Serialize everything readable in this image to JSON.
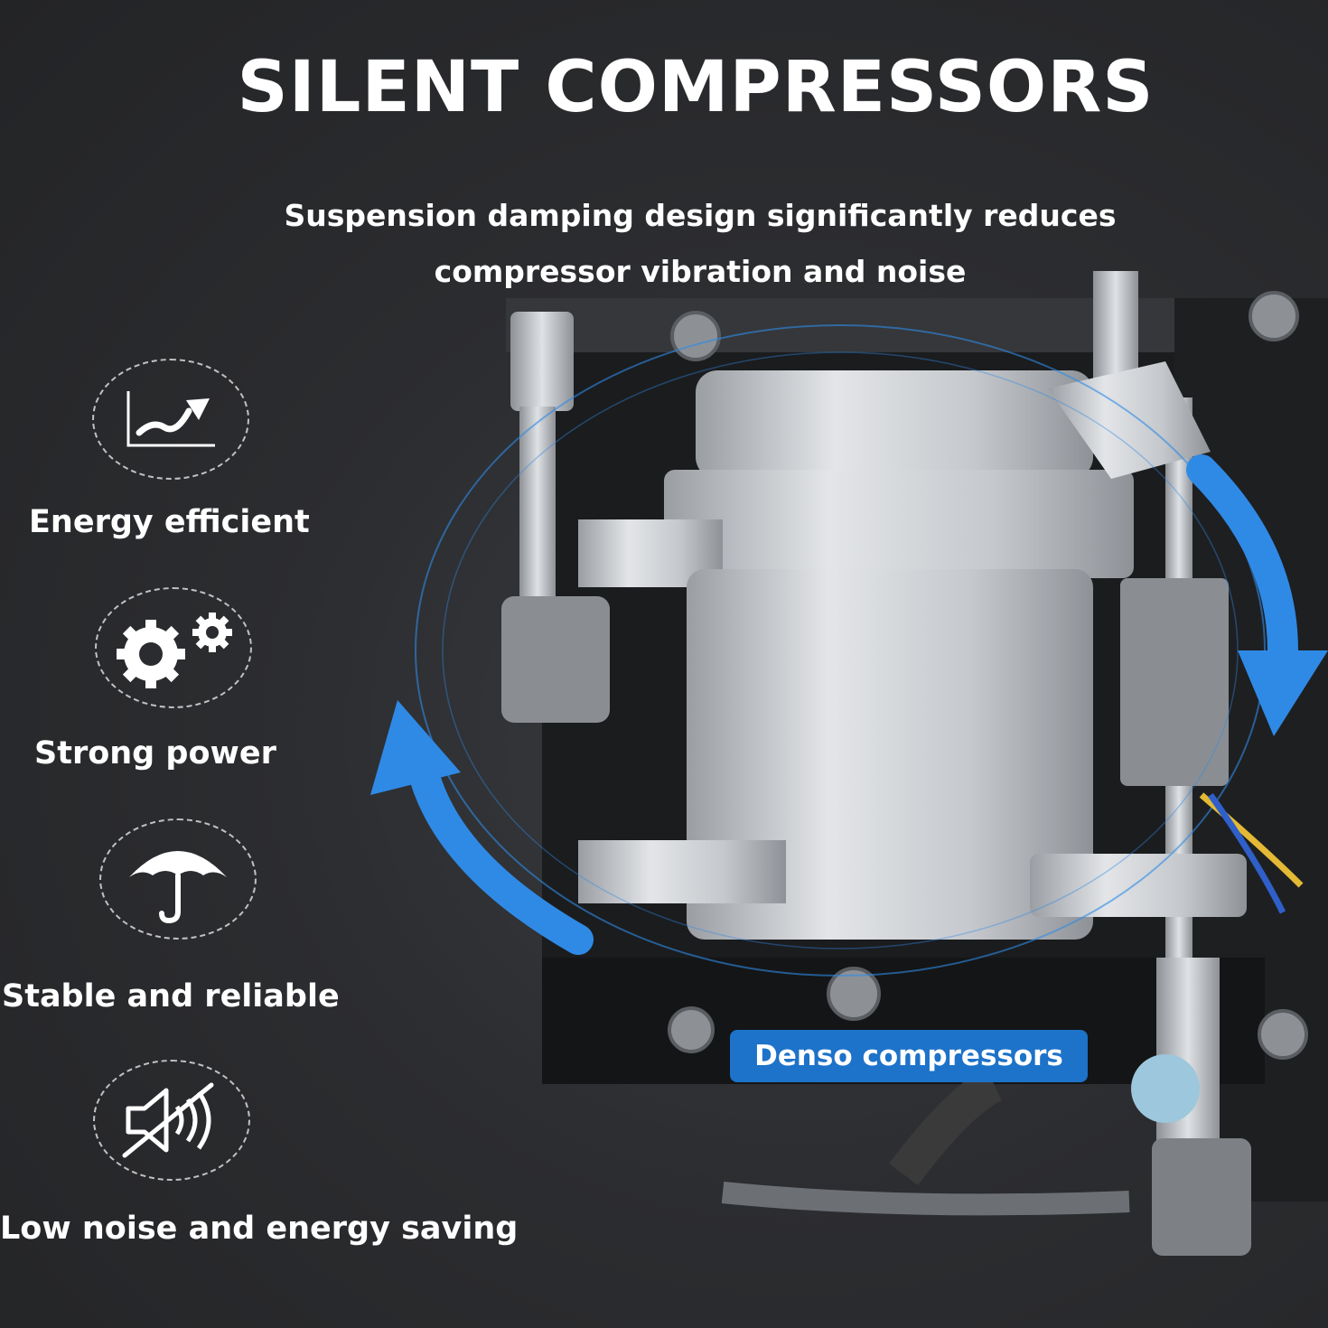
{
  "header": {
    "title": "SILENT COMPRESSORS",
    "subtitle_lines": [
      "Suspension damping design significantly reduces",
      "compressor vibration and noise"
    ]
  },
  "features": [
    {
      "label": "Energy efficient",
      "icon": "rising-chart-icon"
    },
    {
      "label": "Strong power",
      "icon": "gears-icon"
    },
    {
      "label": "Stable and reliable",
      "icon": "umbrella-icon"
    },
    {
      "label": "Low noise and energy saving",
      "icon": "muted-speaker-icon"
    }
  ],
  "product": {
    "badge": "Denso compressors"
  },
  "colors": {
    "background": "#2b2c2f",
    "text": "#ffffff",
    "accent_blue": "#1d72c9",
    "arrow_blue": "#2f8ae6",
    "metal": "#c9ccd0"
  }
}
